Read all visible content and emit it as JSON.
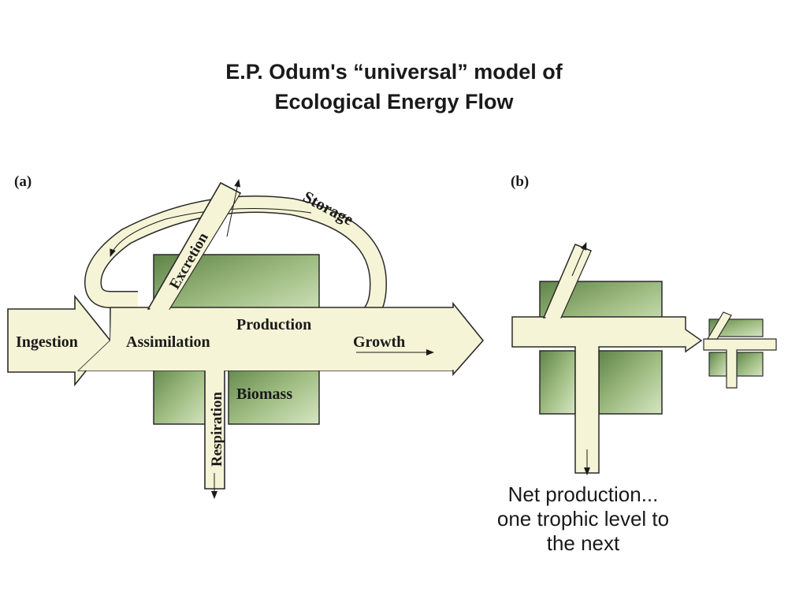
{
  "title": {
    "line1": "E.P. Odum's “universal” model of",
    "line2": "Ecological Energy Flow"
  },
  "panel_a": {
    "label": "(a)",
    "ingestion": "Ingestion",
    "assimilation": "Assimilation",
    "production": "Production",
    "growth": "Growth",
    "storage": "Storage",
    "excretion": "Excretion",
    "respiration": "Respiration",
    "biomass": "Biomass"
  },
  "panel_b": {
    "label": "(b)",
    "caption": {
      "line1": "Net production...",
      "line2": "one trophic level to",
      "line3": "the next"
    }
  },
  "colors": {
    "flow_fill": "#f6f4d6",
    "outline": "#2a2a2a",
    "box_dark": "#6e9254",
    "box_light": "#c9dcb3"
  }
}
